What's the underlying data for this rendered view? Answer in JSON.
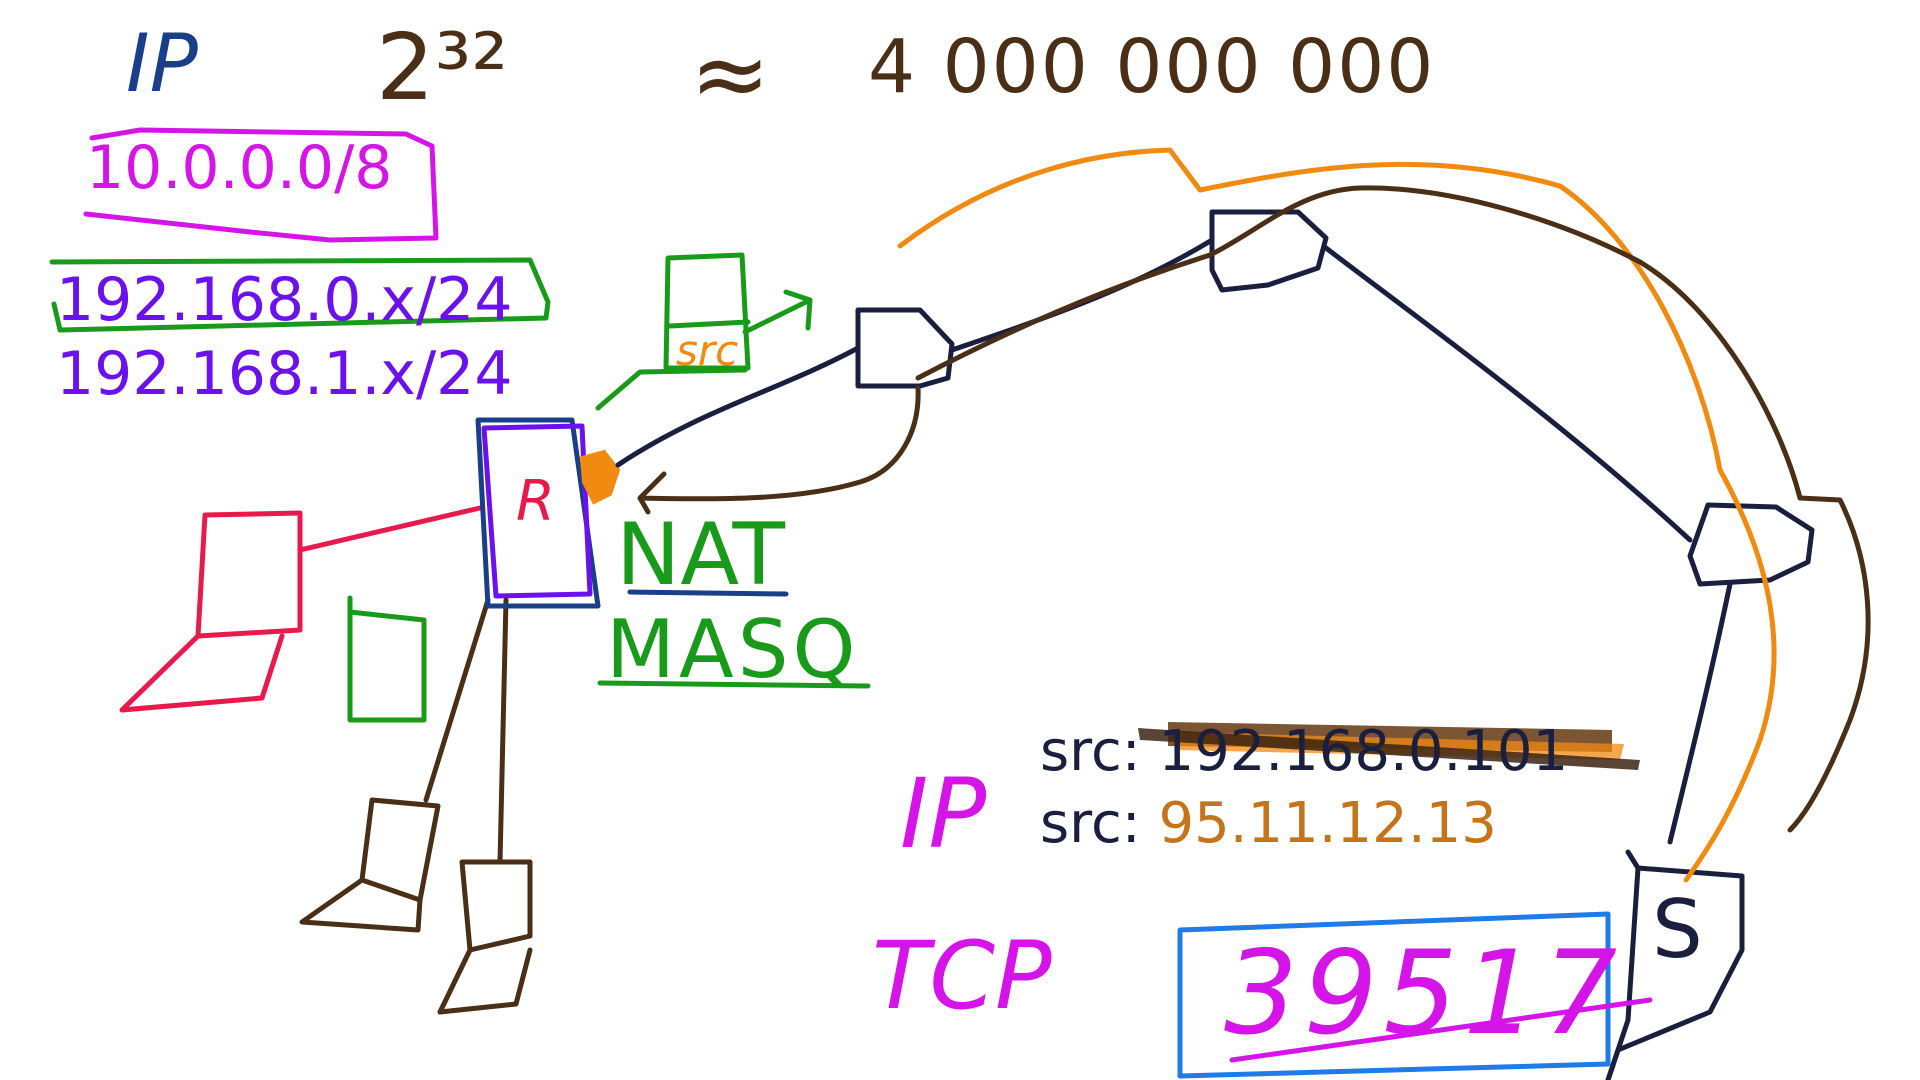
{
  "heading": {
    "ip": "IP",
    "power": "2³²",
    "approx": "≈",
    "count": "4 000 000 000"
  },
  "networks": {
    "private_a": "10.0.0.0/8",
    "lan_0": "192.168.0.x/24",
    "lan_1": "192.168.1.x/24"
  },
  "router": {
    "letter": "R",
    "src_tag": "src"
  },
  "labels": {
    "nat": "NAT",
    "masq": "MASQ",
    "ip": "IP",
    "tcp": "TCP",
    "server": "S"
  },
  "packet": {
    "src_prefix": "src:",
    "old_src": "192.168.0.101",
    "new_src": "95.11.12.13",
    "port": "39517"
  },
  "colors": {
    "purple": "#6a11ee",
    "magenta": "#d515e8",
    "green": "#1a9a1a",
    "orange": "#f08a10",
    "brown": "#4a2f16",
    "navy": "#1a1f40",
    "red": "#e8194b",
    "blue": "#1f7be8",
    "dark_blue": "#1a3f8a"
  }
}
